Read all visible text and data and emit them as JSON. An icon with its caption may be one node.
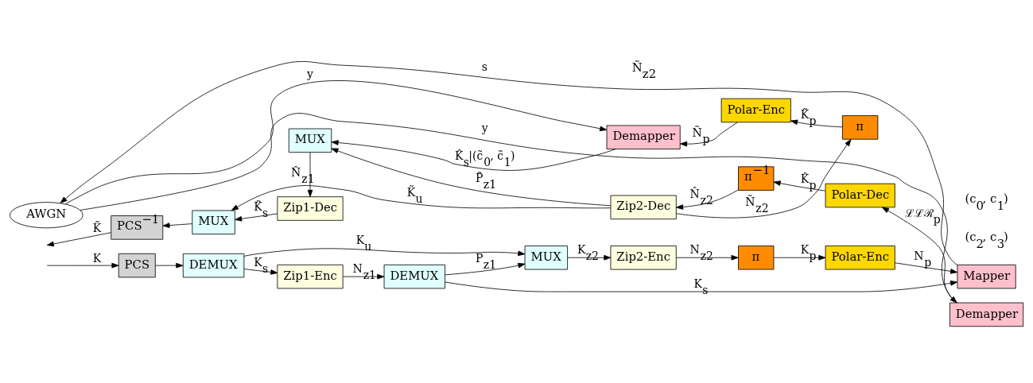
{
  "diagram": {
    "nodes": [
      {
        "text": [
          "PCS"
        ]
      },
      {
        "text": [
          "DEMUX"
        ]
      },
      {
        "text": [
          "Zip1-Enc"
        ]
      },
      {
        "text": [
          "DEMUX"
        ]
      },
      {
        "text": [
          "MUX"
        ]
      },
      {
        "text": [
          "Zip2-Enc"
        ]
      },
      {
        "text": [
          "π"
        ]
      },
      {
        "text": [
          "Polar-Enc"
        ]
      },
      {
        "text": [
          "Mapper"
        ]
      },
      {
        "text": [
          "AWGN"
        ]
      },
      {
        "text": [
          "Demapper"
        ]
      },
      {
        "text": [
          "Polar-Enc"
        ]
      },
      {
        "text": [
          "π"
        ]
      },
      {
        "text": [
          "MUX"
        ]
      },
      {
        "text": [
          "Demapper"
        ]
      },
      {
        "text": [
          "Polar-Dec"
        ]
      },
      {
        "text": [
          "π$^{−1}$"
        ]
      },
      {
        "text": [
          "Zip2-Dec"
        ]
      },
      {
        "text": [
          "Zip1-Dec"
        ]
      },
      {
        "text": [
          "MUX"
        ]
      },
      {
        "text": [
          "PCS$^{−1}$"
        ]
      }
    ],
    "edges": [
      {
        "from": null,
        "to": 0,
        "arrow": "to",
        "label": "K"
      },
      {
        "from": 0,
        "to": 1,
        "arrow": "to"
      },
      {
        "from": 1,
        "to": 2,
        "arrow": "to",
        "label": "K$_{s}$"
      },
      {
        "from": 2,
        "to": 3,
        "arrow": "to",
        "label": "N$_{z1}$"
      },
      {
        "from": 3,
        "to": 8,
        "arrow": "to",
        "label": "K$_{s}$"
      },
      {
        "from": 3,
        "to": 4,
        "arrow": "to",
        "label": "P$_{z1}$"
      },
      {
        "from": 1,
        "to": 4,
        "arrow": "to",
        "label": "K$_{u}$"
      },
      {
        "from": 4,
        "to": 5,
        "arrow": "to",
        "label": "K$_{z2}$"
      },
      {
        "from": 5,
        "to": 6,
        "arrow": "to",
        "label": "N$_{z2}$"
      },
      {
        "from": 6,
        "to": 7,
        "arrow": "to",
        "label": "K$_{p}$"
      },
      {
        "from": 7,
        "to": 8,
        "arrow": "to",
        "label": "N$_{p}$"
      },
      {
        "from": 8,
        "to": 9,
        "arrow": "to",
        "label": "s"
      },
      {
        "from": 9,
        "to": 14,
        "arrow": "to",
        "label": "y"
      },
      {
        "from": 9,
        "to": 10,
        "arrow": "to",
        "label": "y"
      },
      {
        "from": 14,
        "to": 15,
        "arrow": "to",
        "label": "ℒℒℛ$_{p}$"
      },
      {
        "from": 15,
        "to": 16,
        "arrow": "to",
        "label": "K̂$_{p}$"
      },
      {
        "from": 16,
        "to": 17,
        "arrow": "to",
        "label": "N̂$_{z2}$"
      },
      {
        "from": 17,
        "to": 12,
        "arrow": "to",
        "label": "Ñ$_{z2}$"
      },
      {
        "from": 12,
        "to": 11,
        "arrow": "to",
        "label": "K̃$_{p}$"
      },
      {
        "from": 11,
        "to": 10,
        "arrow": "to",
        "label": "Ñ$_{p}$"
      },
      {
        "from": 10,
        "to": 13,
        "arrow": "to",
        "label": "K̂$_{s}$|(c̃$_{0}$, c̃$_{1}$)"
      },
      {
        "from": 17,
        "to": 13,
        "arrow": "to",
        "label": "P̃$_{z1}$"
      },
      {
        "from": 13,
        "to": 18,
        "arrow": "to",
        "label": "N̂$_{z1}$"
      },
      {
        "from": 18,
        "to": 19,
        "arrow": "to",
        "label": "K̃$_{s}$"
      },
      {
        "from": 17,
        "to": 19,
        "arrow": "to",
        "label": "K̃$_{u}$"
      },
      {
        "from": 19,
        "to": 20,
        "arrow": "to"
      },
      {
        "from": 20,
        "to": null,
        "arrow": "to",
        "label": "K̃"
      }
    ],
    "labels": [
      "(c$_{2}$, c$_{3}$)",
      "(c$_{0}$, c$_{1}$)",
      "Ñ$_{z2}$"
    ]
  }
}
